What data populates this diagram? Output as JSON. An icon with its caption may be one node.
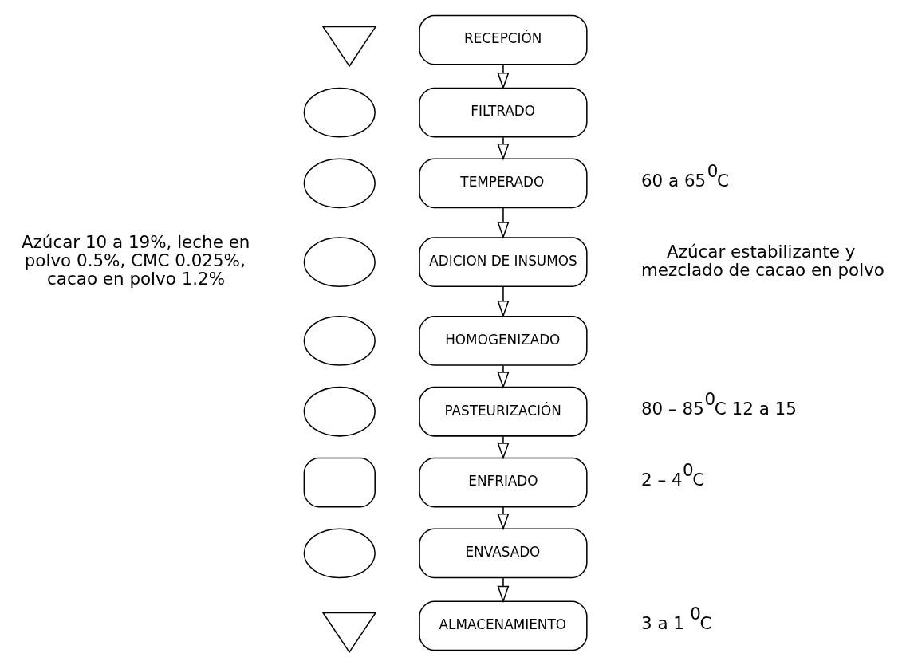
{
  "diagram": {
    "nodes": [
      {
        "text": [],
        "shape": "triangle"
      },
      {
        "text": [
          "RECEPCIÓN"
        ]
      },
      {
        "text": [],
        "shape": "circle"
      },
      {
        "text": [
          "FILTRADO"
        ]
      },
      {
        "text": [],
        "shape": "circle"
      },
      {
        "text": [
          "TEMPERADO"
        ],
        "beside": [
          "60 a 65$^{0}$C"
        ]
      },
      {
        "text": [],
        "shape": "circle"
      },
      {
        "text": [
          "ADICION DE INSUMOS"
        ],
        "beside": [
          "Azúcar estabilizante y mezclado de cacao en polvo"
        ]
      },
      {
        "text": [],
        "shape": "circle"
      },
      {
        "text": [
          "HOMOGENIZADO"
        ]
      },
      {
        "text": [],
        "shape": "circle"
      },
      {
        "text": [
          "PASTEURIZACIÓN"
        ],
        "beside": [
          "80 – 85$^{0}$C 12 a 15"
        ]
      },
      {
        "text": [],
        "shape": "delay"
      },
      {
        "text": [
          "ENFRIADO"
        ],
        "beside": [
          "2 – 4$^{0}$C"
        ]
      },
      {
        "text": [],
        "shape": "circle"
      },
      {
        "text": [
          "ENVASADO"
        ]
      },
      {
        "text": [],
        "shape": "triangle"
      },
      {
        "text": [
          "ALMACENAMIENTO"
        ],
        "beside": [
          "3 a 1 $^{0}$C"
        ]
      }
    ],
    "edges": [
      {
        "from": 1,
        "to": 3,
        "arrow": "to"
      },
      {
        "from": 3,
        "to": 5,
        "arrow": "to"
      },
      {
        "from": 5,
        "to": 7,
        "arrow": "to"
      },
      {
        "from": 7,
        "to": 9,
        "arrow": "to"
      },
      {
        "from": 9,
        "to": 11,
        "arrow": "to"
      },
      {
        "from": 11,
        "to": 13,
        "arrow": "to"
      },
      {
        "from": 13,
        "to": 15,
        "arrow": "to"
      },
      {
        "from": 15,
        "to": 17,
        "arrow": "to"
      }
    ],
    "labels": [
      "Azúcar 10 a 19%, leche en polvo 0.5%, CMC 0.025%, cacao en polvo 1.2%"
    ]
  }
}
